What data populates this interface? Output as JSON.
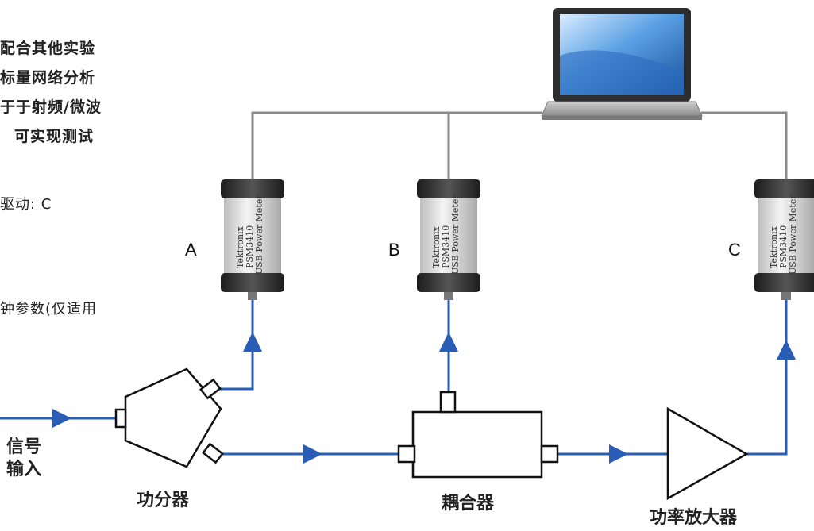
{
  "intro_text": {
    "line1": "配合其他实验",
    "line2": "标量网络分析",
    "line3": "于于射频/微波",
    "line4": "可实现测试",
    "line5": "驱动: C",
    "line6": "钟参数(仅适用"
  },
  "sensor_labels": {
    "a": "A",
    "b": "B",
    "c": "C"
  },
  "sensor_print": {
    "brand": "Tektronix",
    "model": "PSM3410",
    "desc": "USB Power Meter"
  },
  "components": {
    "input": "信号\n输入",
    "splitter": "功分器",
    "coupler": "耦合器",
    "amplifier": "功率放大器"
  },
  "colors": {
    "signal": "#2a5db5",
    "cable": "#8a8a8a",
    "sensor_body": "#e6e6e6",
    "sensor_cap": "#3a3a3a"
  }
}
